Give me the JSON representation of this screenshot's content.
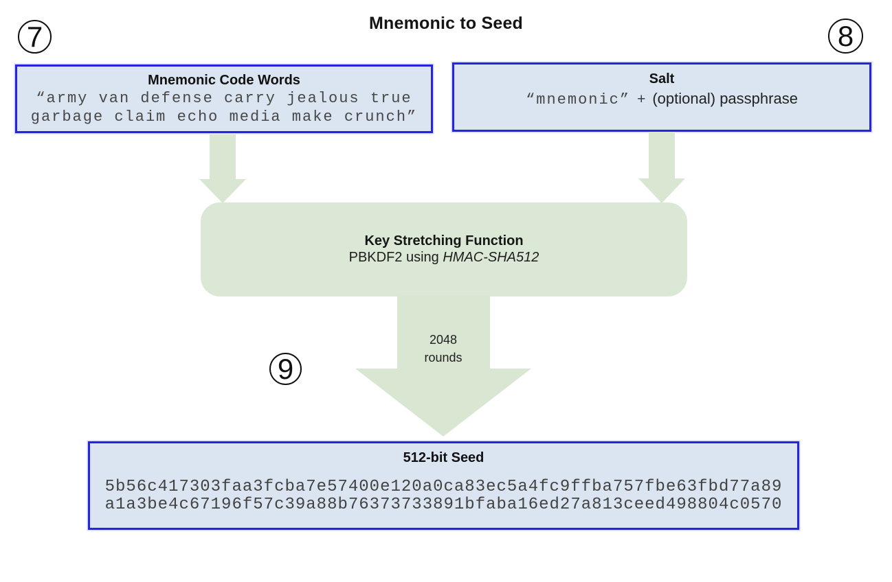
{
  "title": "Mnemonic to Seed",
  "badges": {
    "step7": "7",
    "step8": "8",
    "step9": "9"
  },
  "mnemonic_box": {
    "heading": "Mnemonic Code Words",
    "words_line1": "“army van defense carry jealous true",
    "words_line2": "garbage claim echo media make crunch”"
  },
  "salt_box": {
    "heading": "Salt",
    "mono_part": "“mnemonic”",
    "plus": "+",
    "text_part": "(optional) passphrase"
  },
  "key_stretching_box": {
    "heading": "Key Stretching Function",
    "detail_prefix": "PBKDF2 using ",
    "detail_algorithm": "HMAC-SHA512"
  },
  "rounds_label": {
    "line1": "2048",
    "line2": "rounds"
  },
  "seed_box": {
    "heading": "512-bit Seed",
    "hex_line1": "5b56c417303faa3fcba7e57400e120a0ca83ec5a4fc9ffba757fbe63fbd77a89",
    "hex_line2": "a1a3be4c67196f57c39a88b76373733891bfaba16ed27a813ceed498804c0570"
  },
  "colors": {
    "box_fill_blue": "#dbe5f1",
    "box_border_blue": "#2525dd",
    "process_fill_green": "#dce8d6",
    "arrow_green": "#d9e6d2",
    "mono_text": "#474747",
    "heading_text": "#111111"
  }
}
